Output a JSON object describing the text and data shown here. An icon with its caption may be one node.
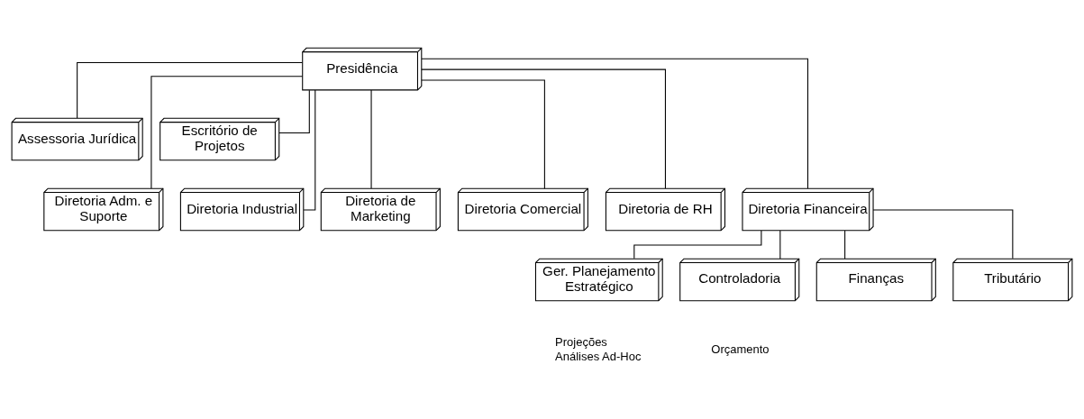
{
  "diagram": {
    "nodes": [
      {
        "text": [
          "Presidência"
        ]
      },
      {
        "text": [
          "Assessoria Jurídica"
        ]
      },
      {
        "text": [
          "Escritório de Projetos"
        ]
      },
      {
        "text": [
          "Diretoria Industrial"
        ]
      },
      {
        "text": [
          "Diretoria Adm. e Suporte"
        ]
      },
      {
        "text": [
          "Diretoria de Marketing"
        ]
      },
      {
        "text": [
          "Diretoria de RH"
        ]
      },
      {
        "text": [
          "Diretoria Comercial"
        ]
      },
      {
        "text": [
          "Diretoria Financeira"
        ]
      },
      {
        "text": [
          "Ger. Planejamento Estratégico"
        ],
        "beside": [
          "Projeções",
          "Análises Ad-Hoc"
        ]
      },
      {
        "text": [
          "Controladoria"
        ],
        "beside": [
          "Orçamento"
        ]
      },
      {
        "text": [
          "Finanças"
        ]
      },
      {
        "text": [
          "Tributário"
        ]
      }
    ],
    "edges": [
      {
        "from": 0,
        "to": 1,
        "arrow": "none"
      },
      {
        "from": 0,
        "to": 2,
        "arrow": "none"
      },
      {
        "from": 0,
        "to": 3,
        "arrow": "none"
      },
      {
        "from": 0,
        "to": 4,
        "arrow": "none"
      },
      {
        "from": 0,
        "to": 5,
        "arrow": "none"
      },
      {
        "from": 0,
        "to": 6,
        "arrow": "none"
      },
      {
        "from": 0,
        "to": 7,
        "arrow": "none"
      },
      {
        "from": 0,
        "to": 8,
        "arrow": "none"
      },
      {
        "from": 8,
        "to": 9,
        "arrow": "none"
      },
      {
        "from": 8,
        "to": 10,
        "arrow": "none"
      },
      {
        "from": 8,
        "to": 11,
        "arrow": "none"
      },
      {
        "from": 8,
        "to": 12,
        "arrow": "none"
      }
    ]
  }
}
